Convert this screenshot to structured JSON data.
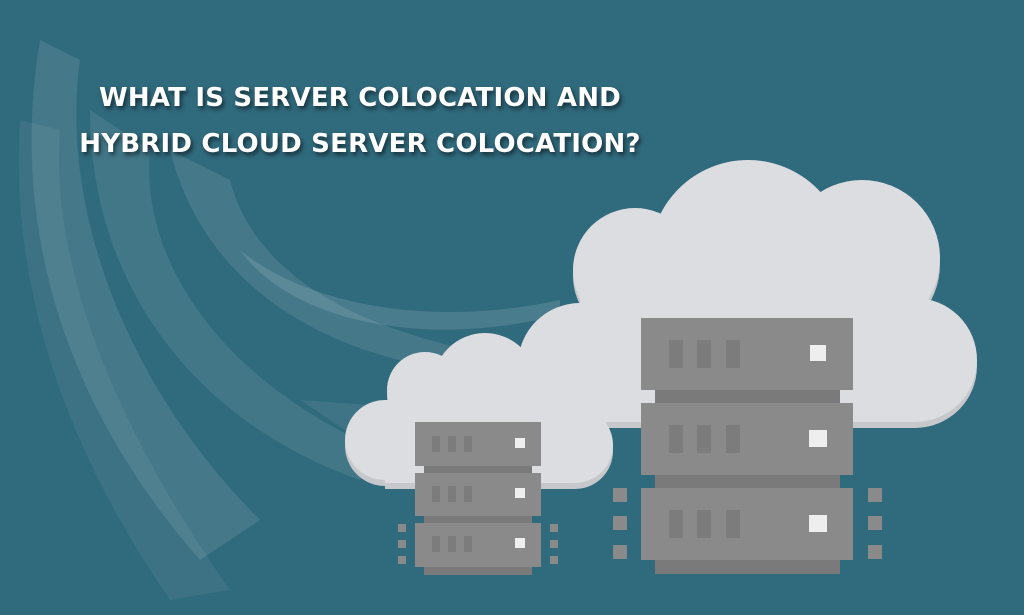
{
  "hero": {
    "title_line_1": "WHAT IS SERVER COLOCATION AND",
    "title_line_2": "HYBRID CLOUD SERVER COLOCATION?"
  },
  "illustration": {
    "description": "Two clouds with server rack stacks",
    "small_cloud": {
      "server_units": 3
    },
    "large_cloud": {
      "server_units": 3
    }
  },
  "colors": {
    "background": "#306a7d",
    "cloud": "#dcdde0",
    "cloud_shadow": "#c6c8cc",
    "server": "#8a8a8a",
    "server_dark": "#7a7a7a",
    "led": "#eeeeee"
  }
}
